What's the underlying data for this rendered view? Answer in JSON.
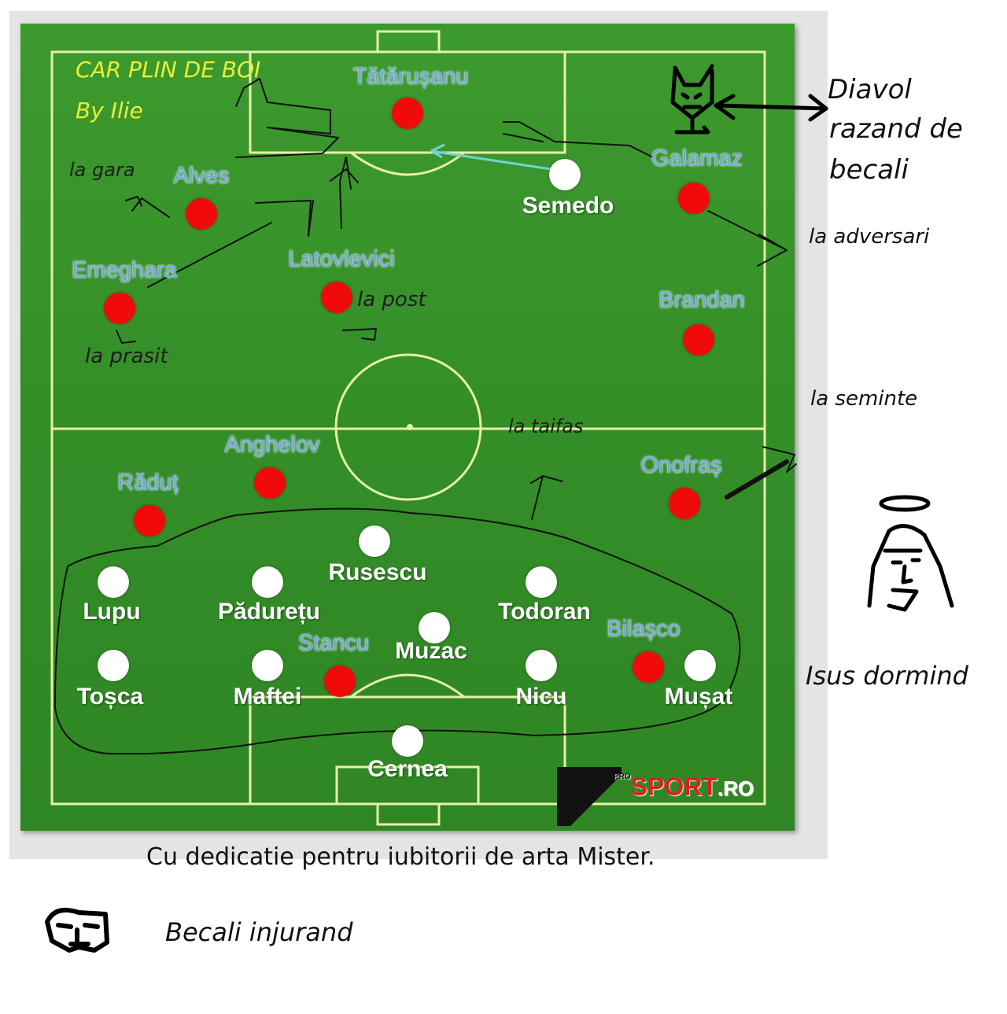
{
  "title": {
    "line1": "CAR PLIN DE BOI",
    "line2": "By Ilie"
  },
  "players_red": [
    {
      "name": "Tătărușanu"
    },
    {
      "name": "Alves"
    },
    {
      "name": "Galamaz"
    },
    {
      "name": "Emeghara"
    },
    {
      "name": "Latovlevici"
    },
    {
      "name": "Brandan"
    },
    {
      "name": "Anghelov"
    },
    {
      "name": "Răduț"
    },
    {
      "name": "Onofraș"
    },
    {
      "name": "Stancu"
    },
    {
      "name": "Bilașco"
    }
  ],
  "players_white": [
    {
      "name": "Semedo"
    },
    {
      "name": "Rusescu"
    },
    {
      "name": "Lupu"
    },
    {
      "name": "Pădurețu"
    },
    {
      "name": "Todoran"
    },
    {
      "name": "Muzac"
    },
    {
      "name": "Toșca"
    },
    {
      "name": "Maftei"
    },
    {
      "name": "Nicu"
    },
    {
      "name": "Mușat"
    },
    {
      "name": "Cernea"
    }
  ],
  "annotations": {
    "la_gara": "la gara",
    "la_post": "la post",
    "la_prasit": "la prasit",
    "la_taifas": "la taifas",
    "la_adversari": "la adversari",
    "la_seminte": "la seminte",
    "diavol_1": "Diavol",
    "diavol_2": "razand de",
    "diavol_3": "becali",
    "isus": "Isus dormind",
    "becali": "Becali injurand"
  },
  "caption": "Cu dedicatie pentru iubitorii de arta Mister.",
  "logo": {
    "prefix": "PRO",
    "main": "SPORT",
    "suffix": ".RO"
  },
  "colors": {
    "pitch": "#348e28",
    "red_player": "#f00a0a",
    "white_player": "#ffffff",
    "title": "#e9ef3a",
    "blue_name": "#6fa5e0"
  }
}
